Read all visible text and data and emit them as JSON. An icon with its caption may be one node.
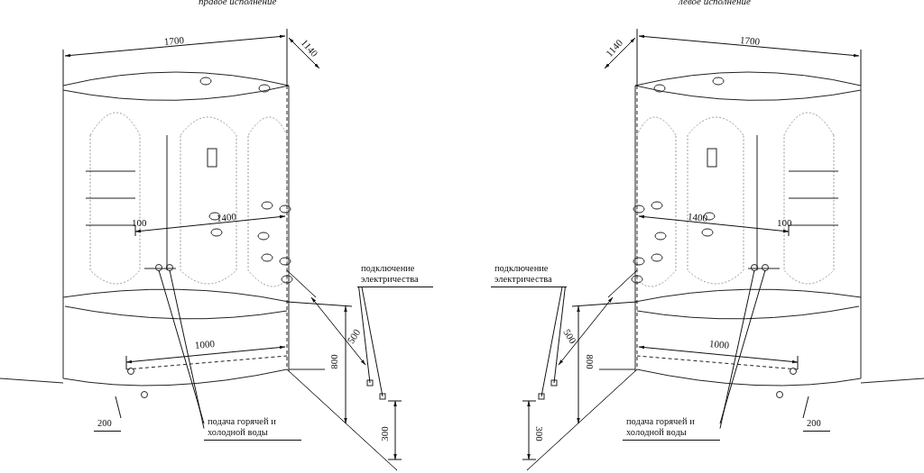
{
  "diagram": {
    "nodes": [
      {
        "text": [
          "подключение электричества"
        ]
      },
      {
        "text": [
          "подача горячей и холодной воды"
        ]
      },
      {
        "text": [
          "подключение электричества"
        ]
      },
      {
        "text": [
          "подача горячей и холодной воды"
        ]
      },
      {
        "text": [
          "200"
        ]
      },
      {
        "text": [
          "200"
        ]
      }
    ],
    "edges": [
      {
        "from": 0,
        "to": null,
        "arrow": "none"
      },
      {
        "from": 0,
        "to": null,
        "arrow": "none"
      },
      {
        "from": 1,
        "to": null,
        "arrow": "none"
      },
      {
        "from": 1,
        "to": null,
        "arrow": "none"
      },
      {
        "from": 2,
        "to": null,
        "arrow": "none"
      },
      {
        "from": 2,
        "to": null,
        "arrow": "none"
      },
      {
        "from": 3,
        "to": null,
        "arrow": "none"
      },
      {
        "from": 3,
        "to": null,
        "arrow": "none"
      },
      {
        "from": 4,
        "to": null,
        "arrow": "none"
      },
      {
        "from": 5,
        "to": null,
        "arrow": "none"
      }
    ],
    "labels": [
      "правое исполнение",
      "левое исполнение",
      "1700",
      "1140",
      "1400",
      "100",
      "1000",
      "500",
      "800",
      "300",
      "1140",
      "1700",
      "1400",
      "100",
      "1000",
      "500",
      "800",
      "300"
    ]
  }
}
